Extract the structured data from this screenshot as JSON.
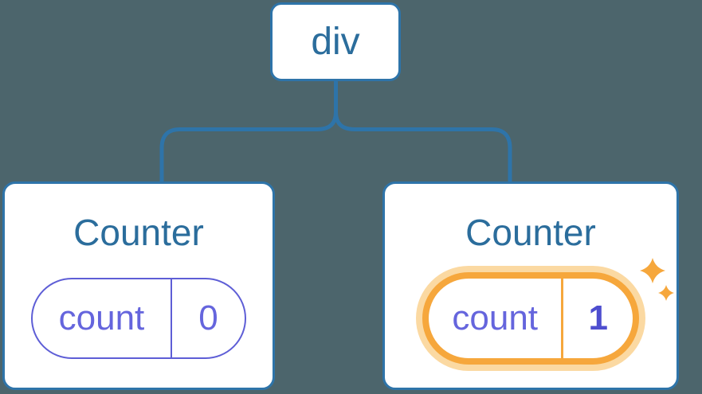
{
  "colors": {
    "canvas-bg": "#4C656C",
    "blue-line": "#2E74A9",
    "blue-text": "#2B6D9C",
    "purple-border": "#5E5ED6",
    "purple-text": "#6565DD",
    "purple-value-bold": "#4E4ECF",
    "orange": "#F6A73C",
    "orange-glow": "#FBD9A2",
    "card-bg": "#FFFFFF"
  },
  "diagram": {
    "root": {
      "label": "div"
    },
    "children": [
      {
        "title": "Counter",
        "state": {
          "key": "count",
          "value": "0"
        },
        "highlighted": false
      },
      {
        "title": "Counter",
        "state": {
          "key": "count",
          "value": "1"
        },
        "highlighted": true
      }
    ]
  },
  "icons": {
    "sparkles": "two four-point stars marking updated state"
  }
}
